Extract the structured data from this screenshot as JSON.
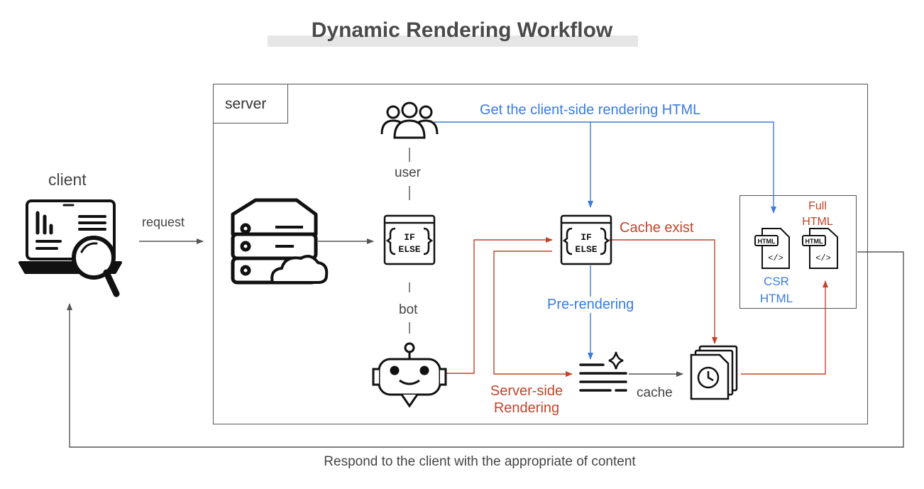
{
  "title": "Dynamic Rendering Workflow",
  "server": {
    "label": "server"
  },
  "client": {
    "label": "client"
  },
  "edges": {
    "request": "request",
    "user": "user",
    "bot": "bot",
    "get_csr": "Get the client-side rendering HTML",
    "cache_exist": "Cache exist",
    "pre_rendering": "Pre-rendering",
    "ssr": "Server-side Rendering",
    "cache": "cache",
    "respond": "Respond to the client with the appropriate of content"
  },
  "results": {
    "csr_html": "CSR HTML",
    "full_html": "Full HTML",
    "file_tag": "HTML",
    "file_code": "</>"
  },
  "router": {
    "if": "IF",
    "else": "ELSE"
  },
  "colors": {
    "blue": "#3b7be0",
    "red": "#c0452a",
    "gray": "#555555",
    "ink": "#111111"
  },
  "icons": [
    "laptop-analytics-icon",
    "server-cloud-icon",
    "users-icon",
    "if-else-router-icon",
    "robot-icon",
    "render-sparkle-icon",
    "cached-pages-icon",
    "html-file-icon"
  ]
}
